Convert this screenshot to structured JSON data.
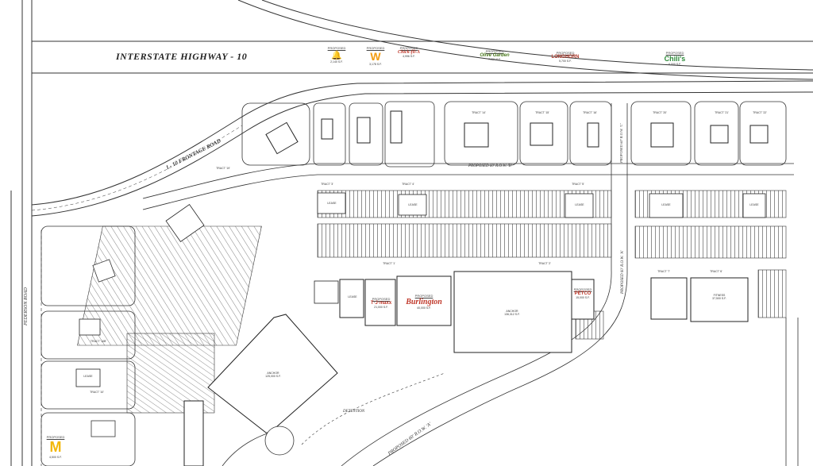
{
  "highway": {
    "name": "INTERSTATE HIGHWAY - 10"
  },
  "roads": {
    "frontage": "I - 10 FRONTAGE ROAD",
    "row_a_lower": "PROPOSED 60' R.O.W. 'A'",
    "row_a_right": "PROPOSED 60' R.O.W. 'A'",
    "row_b": "PROPOSED 60' R.O.W. 'B'",
    "row_c": "PROPOSED 60' R.O.W. 'C'",
    "pederson": "PEDERSON ROAD"
  },
  "areas": {
    "detention": "DETENTION"
  },
  "tenants": {
    "taco_bell": {
      "tag": "PROPOSED",
      "mark": "🔔",
      "sf": "2,140 S.F."
    },
    "whataburger": {
      "tag": "PROPOSED",
      "mark": "W",
      "sf": "3,178 S.F."
    },
    "chickfila": {
      "tag": "PROPOSED",
      "mark": "Chick-fil-A",
      "sf": "4,996 S.F."
    },
    "olive_garden": {
      "tag": "PROPOSED",
      "mark": "Olive Garden",
      "sf": "7,934 S.F."
    },
    "longhorn": {
      "tag": "PROPOSED",
      "mark": "LONGHORN",
      "sf": "5,700 S.F."
    },
    "chilis": {
      "tag": "PROPOSED",
      "mark": "Chili's",
      "sf": "6,000 S.F."
    },
    "tjmaxx": {
      "tag": "PROPOSED",
      "mark": "T·J·maxx",
      "sf": "21,000 S.F."
    },
    "burlington": {
      "tag": "PROPOSED",
      "mark": "Burlington",
      "sf": "40,000 S.F."
    },
    "petco": {
      "tag": "PROPOSED",
      "mark": "PETCO",
      "sf": "15,000 S.F."
    },
    "mcdonalds": {
      "tag": "PROPOSED",
      "mark": "M",
      "sf": "4,500 S.F."
    }
  },
  "buildings": {
    "anchor": {
      "name": "ANCHOR",
      "sf": "136,312 S.F."
    },
    "anchor2": {
      "name": "ANCHOR",
      "sf": "125,000 S.F."
    },
    "fitness": {
      "name": "FITNESS",
      "sf": "37,500 S.F."
    },
    "lease_generic": "LEASE"
  },
  "tracts": {
    "t1": "TRACT '1'",
    "t2": "TRACT '2'",
    "t3": "TRACT '3'",
    "t4": "TRACT '4'",
    "t5": "TRACT '5'",
    "t6": "TRACT '6'",
    "t7": "TRACT '7'",
    "t10": "TRACT '10'",
    "t10b": "TRACT '10B'",
    "t14": "TRACT '14'",
    "t15": "TRACT '15'",
    "t16": "TRACT '16'",
    "t19": "TRACT '19'",
    "t20": "TRACT '20'",
    "t21": "TRACT '21'",
    "t22": "TRACT '22'"
  }
}
